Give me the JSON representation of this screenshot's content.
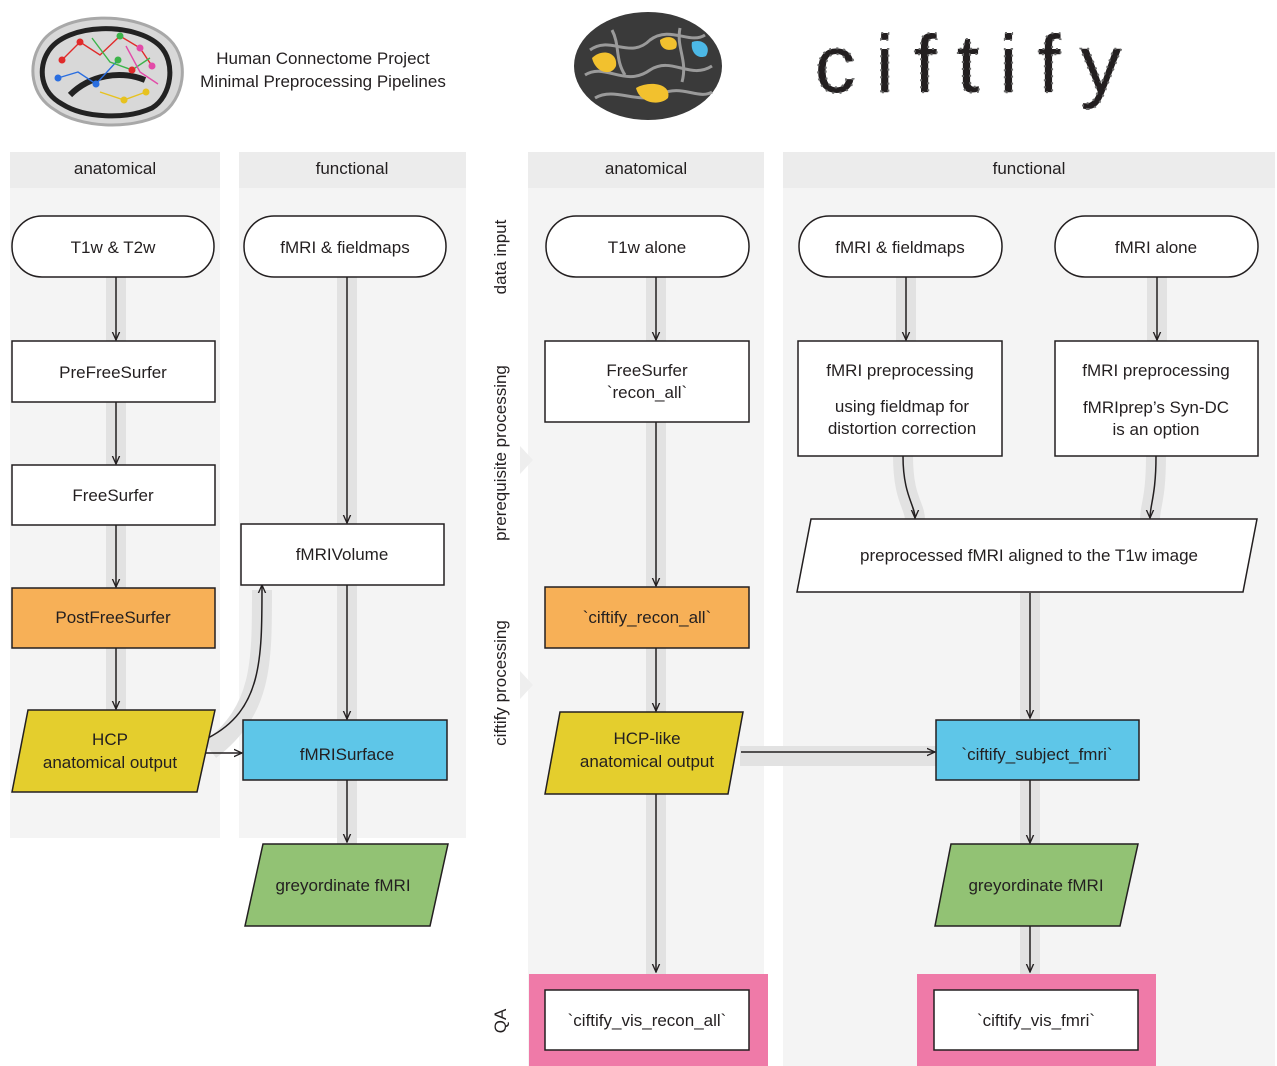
{
  "header": {
    "hcp_title": "Human Connectome Project",
    "hcp_subtitle": "Minimal Preprocessing Pipelines",
    "ciftify_logo_text": "ciftify"
  },
  "hcp": {
    "col_anatomical": "anatomical",
    "col_functional": "functional",
    "anat_input": "T1w & T2w",
    "func_input": "fMRI & fieldmaps",
    "prefreesurfer": "PreFreeSurfer",
    "freesurfer": "FreeSurfer",
    "postfreesurfer": "PostFreeSurfer",
    "anat_output_line1": "HCP",
    "anat_output_line2": "anatomical output",
    "fmri_volume": "fMRIVolume",
    "fmri_surface": "fMRISurface",
    "greyordinate": "greyordinate fMRI"
  },
  "stages": {
    "data_input": "data input",
    "prerequisite": "prerequisite processing",
    "ciftify_processing": "ciftify processing",
    "qa": "QA"
  },
  "ciftify": {
    "col_anatomical": "anatomical",
    "col_functional": "functional",
    "anat_input": "T1w alone",
    "func_input_fieldmaps": "fMRI & fieldmaps",
    "func_input_alone": "fMRI alone",
    "freesurfer_line1": "FreeSurfer",
    "freesurfer_line2": "`recon_all`",
    "fmri_prep_a_title": "fMRI preprocessing",
    "fmri_prep_a_line1": "using fieldmap for",
    "fmri_prep_a_line2": "distortion correction",
    "fmri_prep_b_title": "fMRI preprocessing",
    "fmri_prep_b_line1": "fMRIprep’s Syn-DC",
    "fmri_prep_b_line2": "is an option",
    "preprocessed": "preprocessed fMRI aligned to the T1w image",
    "recon_all": "`ciftify_recon_all`",
    "anat_output_line1": "HCP-like",
    "anat_output_line2": "anatomical output",
    "subject_fmri": "`ciftify_subject_fmri`",
    "greyordinate": "greyordinate fMRI",
    "vis_recon_all": "`ciftify_vis_recon_all`",
    "vis_fmri": "`ciftify_vis_fmri`"
  },
  "colors": {
    "orange": "#f7b057",
    "yellow": "#e4ce2d",
    "blue": "#5ec6e8",
    "green": "#92c274",
    "pink": "#ef7aa8",
    "header_band": "#ececec",
    "column_band": "#f4f4f4",
    "flow_band": "#e2e2e2"
  }
}
